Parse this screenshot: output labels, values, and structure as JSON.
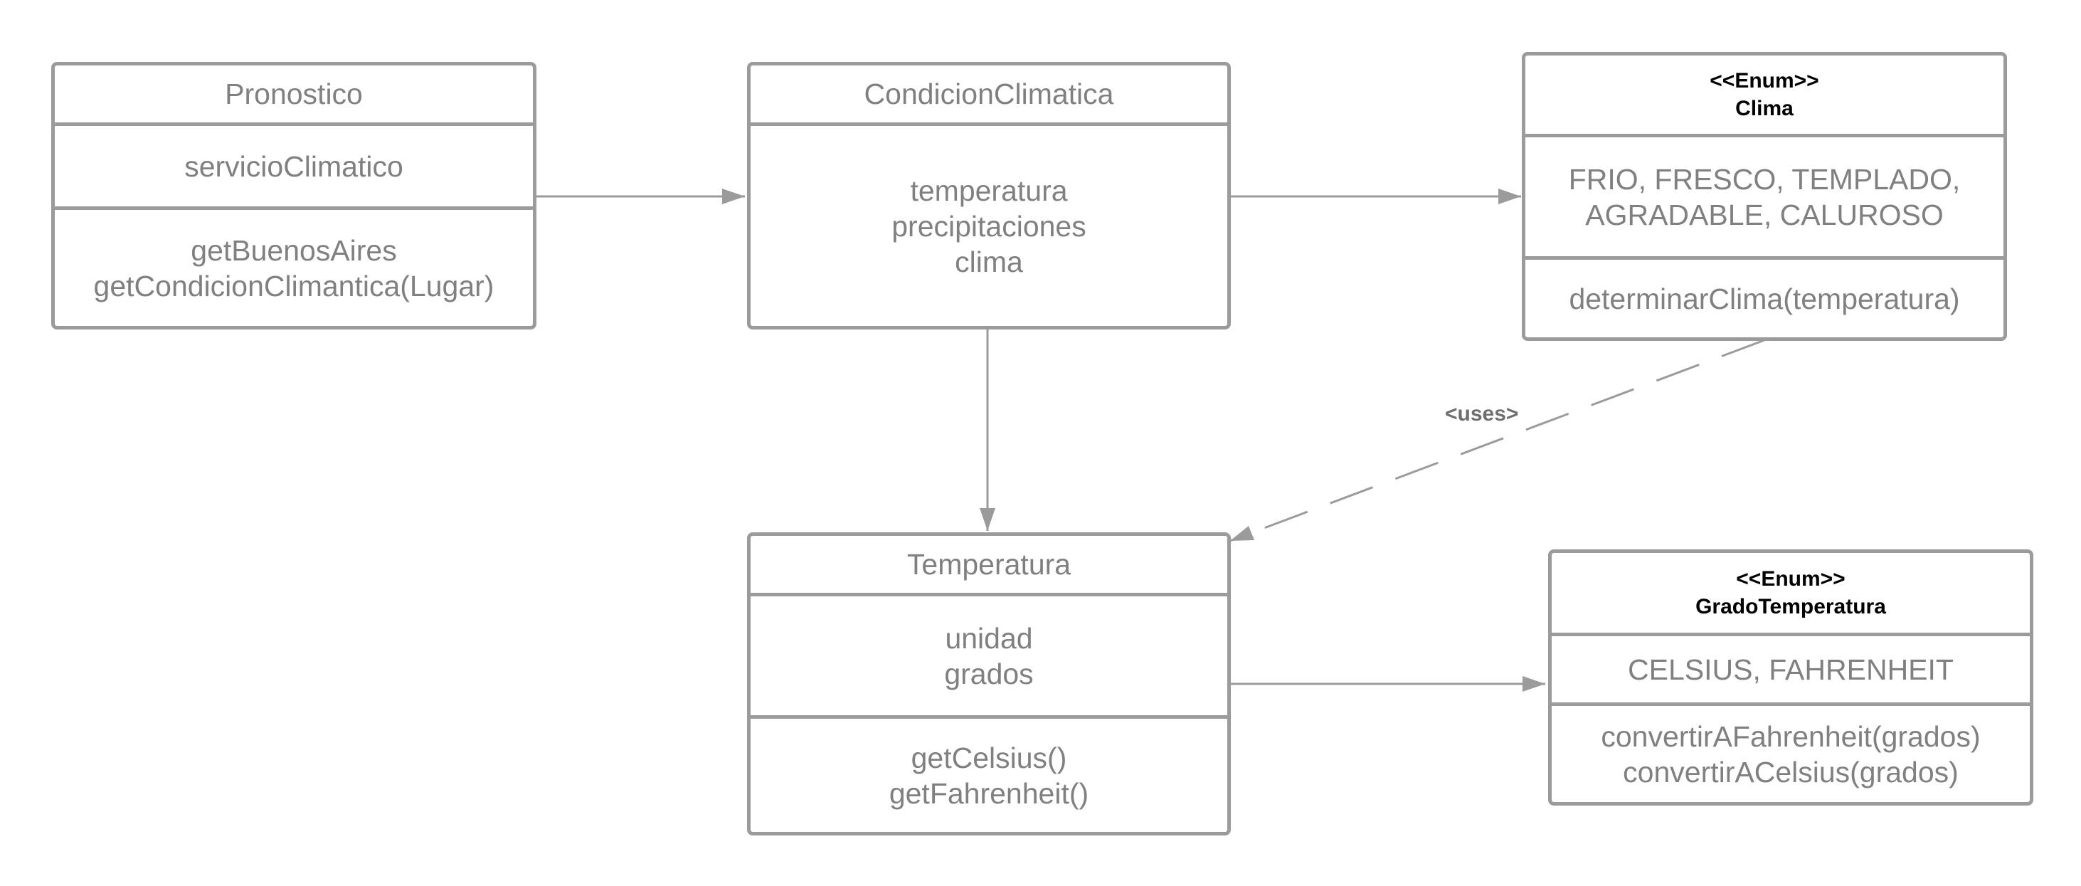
{
  "classes": {
    "pronostico": {
      "name": "Pronostico",
      "attributes": [
        "servicioClimatico"
      ],
      "methods": [
        "getBuenosAires",
        "getCondicionClimantica(Lugar)"
      ]
    },
    "condicion": {
      "name": "CondicionClimatica",
      "attributes": [
        "temperatura",
        "precipitaciones",
        "clima"
      ]
    },
    "clima": {
      "stereotype": "<<Enum>>",
      "name": "Clima",
      "values": [
        "FRIO, FRESCO, TEMPLADO,",
        "AGRADABLE, CALUROSO"
      ],
      "methods": [
        "determinarClima(temperatura)"
      ]
    },
    "temperatura": {
      "name": "Temperatura",
      "attributes": [
        "unidad",
        "grados"
      ],
      "methods": [
        "getCelsius()",
        "getFahrenheit()"
      ]
    },
    "grado": {
      "stereotype": "<<Enum>>",
      "name": "GradoTemperatura",
      "values": [
        "CELSIUS, FAHRENHEIT"
      ],
      "methods": [
        "convertirAFahrenheit(grados)",
        "convertirACelsius(grados)"
      ]
    }
  },
  "relations": {
    "uses_label": "<uses>"
  },
  "colors": {
    "border": "#9b9b9b",
    "text": "#808080",
    "stereotype_text": "#000000"
  }
}
